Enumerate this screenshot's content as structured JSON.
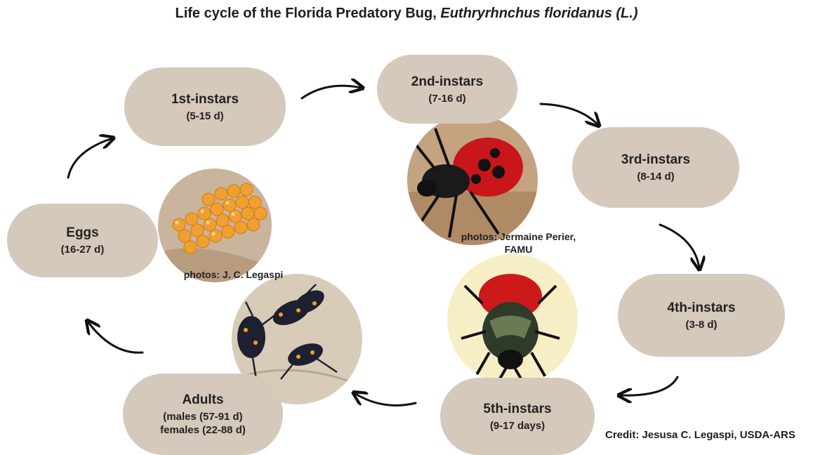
{
  "title": {
    "prefix": "Life cycle of the Florida Predatory Bug, ",
    "species": "Euthryrhnchus floridanus (L.)"
  },
  "stages": {
    "eggs": {
      "name": "Eggs",
      "duration": "(16-27 d)"
    },
    "first": {
      "name": "1st-instars",
      "duration": "(5-15 d)"
    },
    "second": {
      "name": "2nd-instars",
      "duration": "(7-16 d)"
    },
    "third": {
      "name": "3rd-instars",
      "duration": "(8-14 d)"
    },
    "fourth": {
      "name": "4th-instars",
      "duration": "(3-8 d)"
    },
    "fifth": {
      "name": "5th-instars",
      "duration": "(9-17 days)"
    },
    "adults": {
      "name": "Adults",
      "duration_males": "(males (57-91 d)",
      "duration_females": "females (22-88 d)"
    }
  },
  "captions": {
    "left": "photos: J. C. Legaspi",
    "right_line1": "photos: Jermaine Perier,",
    "right_line2": "FAMU"
  },
  "credit": "Credit: Jesusa C. Legaspi, USDA-ARS",
  "colors": {
    "stage_fill": "#d5c9bb",
    "text": "#222222",
    "arrow": "#111111"
  }
}
